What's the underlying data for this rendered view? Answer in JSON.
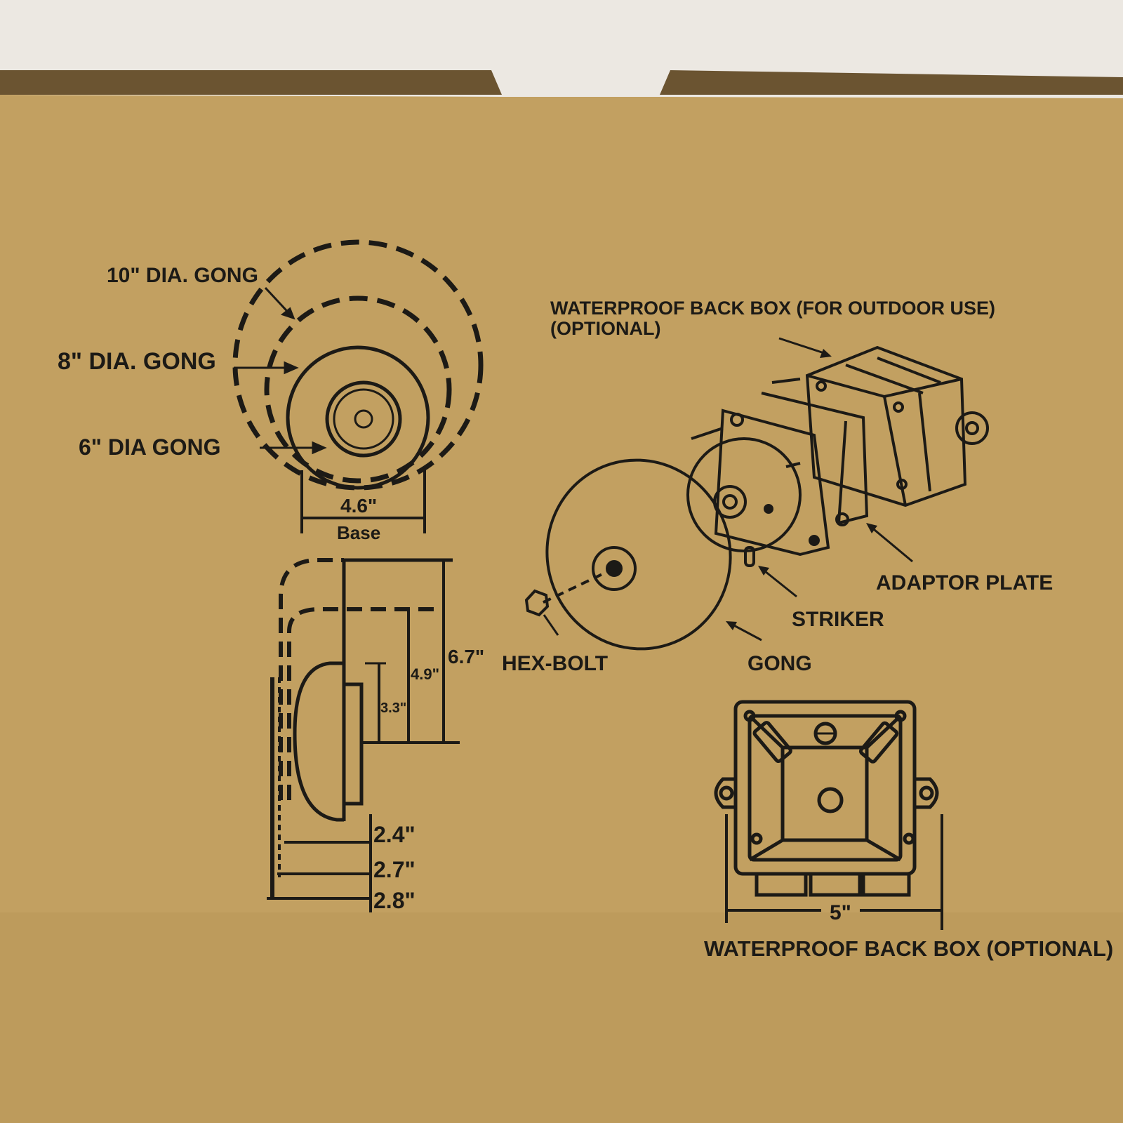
{
  "colors": {
    "cardboard": "#c2a061",
    "cardboard_dark": "#b08c4f",
    "wall": "#ece8e2",
    "ink": "#1c1a16",
    "edge": "#6b5431"
  },
  "front_view": {
    "gong_10": "10\" DIA. GONG",
    "gong_8": "8\" DIA. GONG",
    "gong_6": "6\" DIA  GONG",
    "base_width": "4.6\"",
    "base_label": "Base"
  },
  "side_view": {
    "height_large": "6.7\"",
    "height_medium": "4.9\"",
    "height_small": "3.3\"",
    "depth_1": "2.4\"",
    "depth_2": "2.7\"",
    "depth_3": "2.8\""
  },
  "exploded_view": {
    "back_box_title": "WATERPROOF BACK BOX (FOR OUTDOOR USE)",
    "back_box_optional": "(OPTIONAL)",
    "adaptor_plate": "ADAPTOR  PLATE",
    "striker": "STRIKER",
    "hex_bolt": "HEX-BOLT",
    "gong": "GONG"
  },
  "back_box_view": {
    "width": "5\"",
    "caption": "WATERPROOF BACK BOX (OPTIONAL)"
  }
}
